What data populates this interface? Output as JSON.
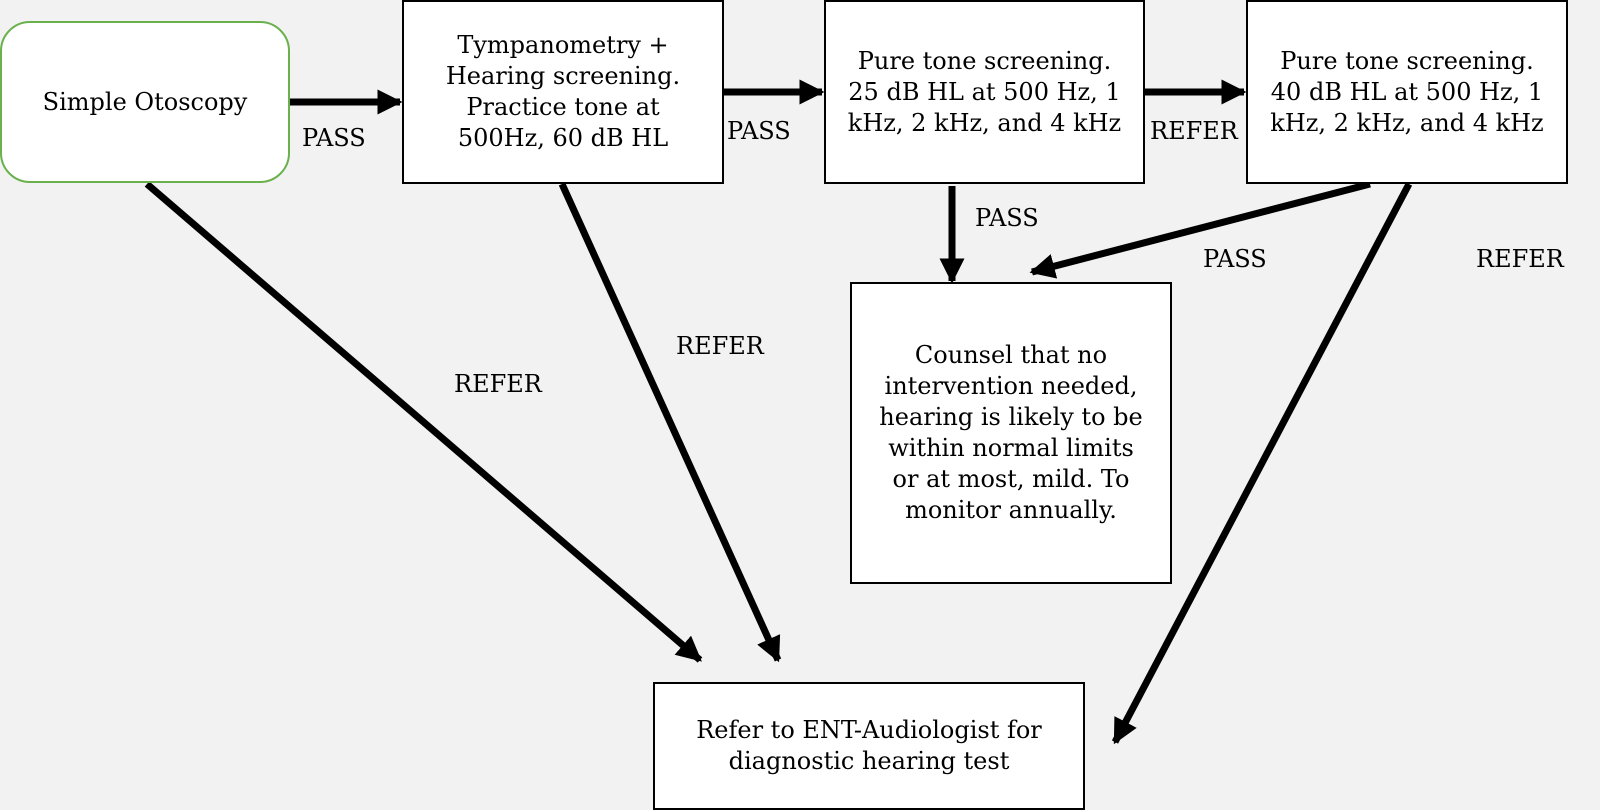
{
  "nodes": {
    "otoscopy": "Simple Otoscopy",
    "tympanometry": "Tympanometry + Hearing screening. Practice tone at 500Hz, 60 dB HL",
    "pure_tone_25": "Pure tone  screening. 25 dB HL at 500 Hz, 1 kHz, 2 kHz, and 4 kHz",
    "pure_tone_40": "Pure tone  screening. 40 dB HL at 500 Hz, 1 kHz, 2 kHz, and 4 kHz",
    "counsel": "Counsel that no intervention needed, hearing is likely to be within normal limits or at most, mild. To monitor annually.",
    "refer_ent": "Refer to ENT-Audiologist for diagnostic hearing test"
  },
  "edges": {
    "otoscopy_to_tymp": "PASS",
    "tymp_to_pt25": "PASS",
    "pt25_to_pt40": "REFER",
    "pt25_to_counsel": "PASS",
    "pt40_to_counsel": "PASS",
    "pt40_to_refer": "REFER",
    "tymp_to_refer": "REFER",
    "otoscopy_to_refer": "REFER"
  },
  "colors": {
    "start_border": "#6ab04c",
    "box_border": "#000000",
    "box_fill": "#ffffff",
    "background": "#f2f2f2",
    "arrow": "#000000"
  }
}
